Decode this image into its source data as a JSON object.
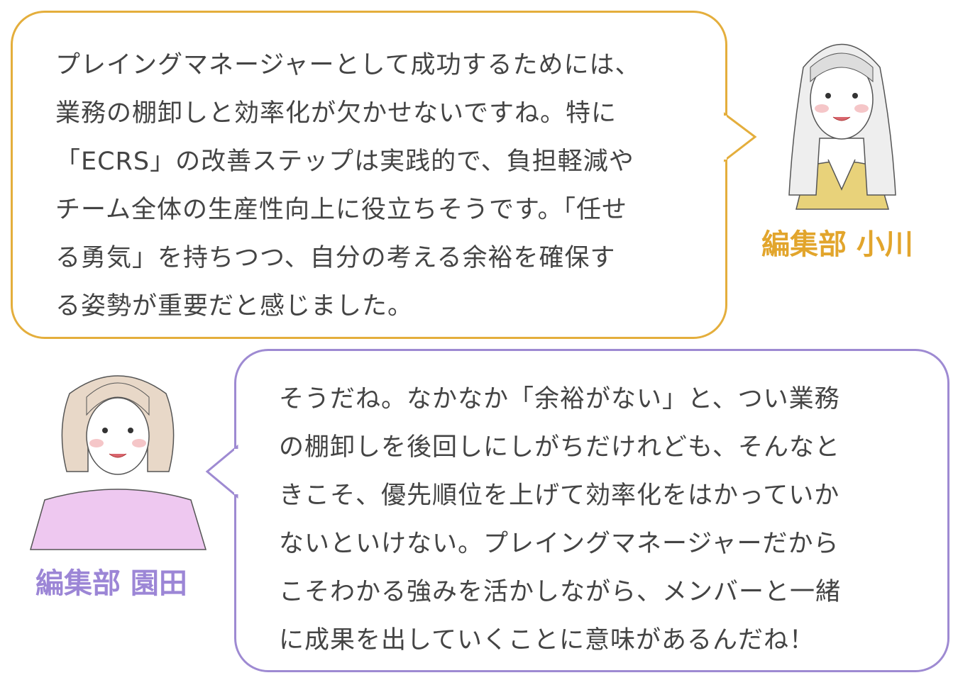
{
  "bubble1": {
    "speaker": "編集部 小川",
    "color": "#E4AE3C",
    "lines": [
      "プレイングマネージャーとして成功するためには、",
      "業務の棚卸しと効率化が欠かせないですね。特に",
      "「ECRS」の改善ステップは実践的で、負担軽減や",
      "チーム全体の生産性向上に役立ちそうです。「任せ",
      "る勇気」を持ちつつ、自分の考える余裕を確保す",
      "る姿勢が重要だと感じました。"
    ]
  },
  "bubble2": {
    "speaker": "編集部 園田",
    "color": "#9E8AD2",
    "lines": [
      "そうだね。なかなか「余裕がない」と、つい業務",
      "の棚卸しを後回しにしがちだけれども、そんなと",
      "きこそ、優先順位を上げて効率化をはかっていか",
      "ないといけない。プレイングマネージャーだから",
      "こそわかる強みを活かしながら、メンバーと一緒",
      "に成果を出していくことに意味があるんだね！"
    ]
  }
}
